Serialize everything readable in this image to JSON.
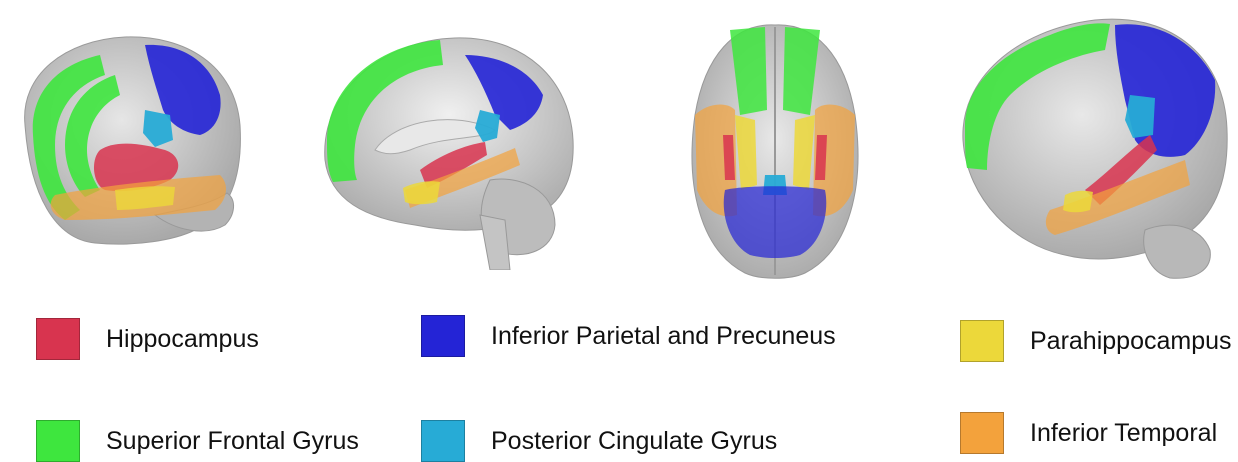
{
  "colors": {
    "hippocampus": "#d8344f",
    "superior_frontal": "#3ee63e",
    "inferior_parietal": "#2424d6",
    "posterior_cingulate": "#27abd6",
    "parahippocampus": "#ecd83a",
    "inferior_temporal": "#f3a23c",
    "brain_gray": "#c9c9c9"
  },
  "legend": {
    "items": [
      {
        "label": "Hippocampus",
        "color": "#d8344f"
      },
      {
        "label": "Superior Frontal Gyrus",
        "color": "#3ee63e"
      },
      {
        "label": "Inferior Parietal and Precuneus",
        "color": "#2424d6"
      },
      {
        "label": "Posterior Cingulate Gyrus",
        "color": "#27abd6"
      },
      {
        "label": "Parahippocampus",
        "color": "#ecd83a"
      },
      {
        "label": "Inferior Temporal",
        "color": "#f3a23c"
      }
    ]
  }
}
